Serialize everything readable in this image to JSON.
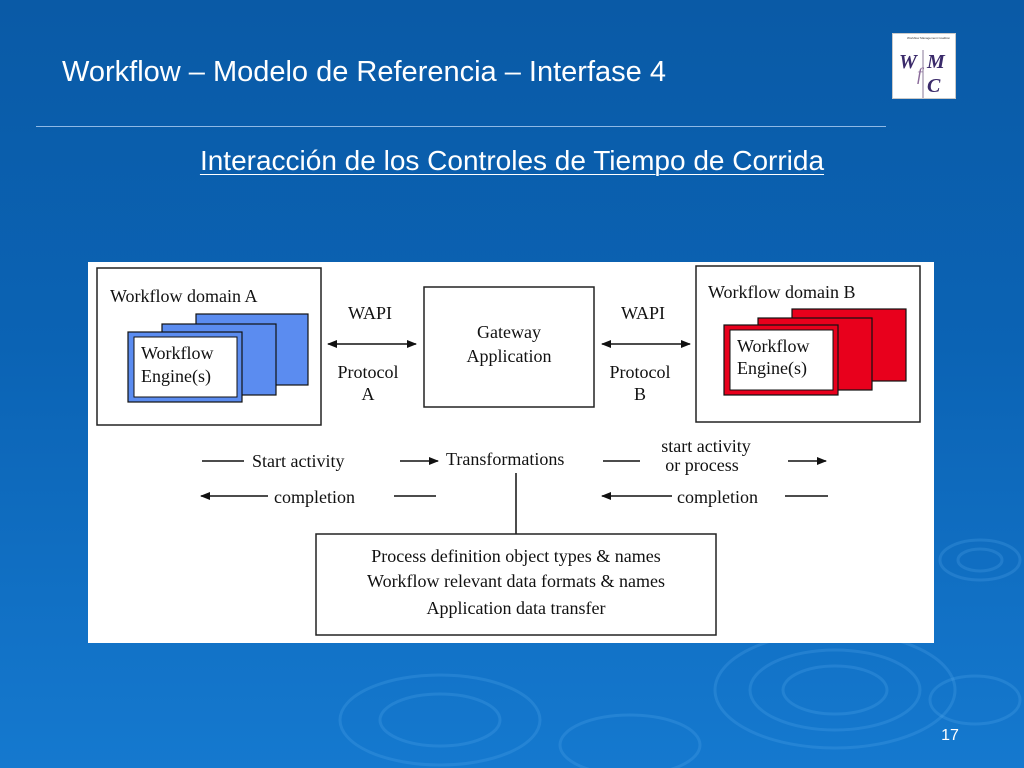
{
  "slide": {
    "title": "Workflow – Modelo de Referencia – Interfase 4",
    "subtitle": "Interacción de los Controles de Tiempo de Corrida",
    "page_number": "17",
    "background_color": "#0b63b4"
  },
  "logo": {
    "tagline": "Workflow Management Coalition",
    "letters": [
      "W",
      "f",
      "M",
      "C"
    ]
  },
  "diagram": {
    "domain_a": {
      "label": "Workflow domain A",
      "engine_line1": "Workflow",
      "engine_line2": "Engine(s)",
      "color": "#5b8cf0"
    },
    "domain_b": {
      "label": "Workflow domain B",
      "engine_line1": "Workflow",
      "engine_line2": "Engine(s)",
      "color": "#e8001c"
    },
    "gateway": {
      "line1": "Gateway",
      "line2": "Application"
    },
    "link_a": {
      "api": "WAPI",
      "protocol_line1": "Protocol",
      "protocol_line2": "A"
    },
    "link_b": {
      "api": "WAPI",
      "protocol_line1": "Protocol",
      "protocol_line2": "B"
    },
    "flow": {
      "start_activity": "Start activity",
      "transformations": "Transformations",
      "start_activity_b_line1": "start activity",
      "start_activity_b_line2": "or process",
      "completion_a": "completion",
      "completion_b": "completion"
    },
    "notes": [
      "Process definition object types & names",
      "Workflow relevant data formats & names",
      "Application data transfer"
    ]
  }
}
